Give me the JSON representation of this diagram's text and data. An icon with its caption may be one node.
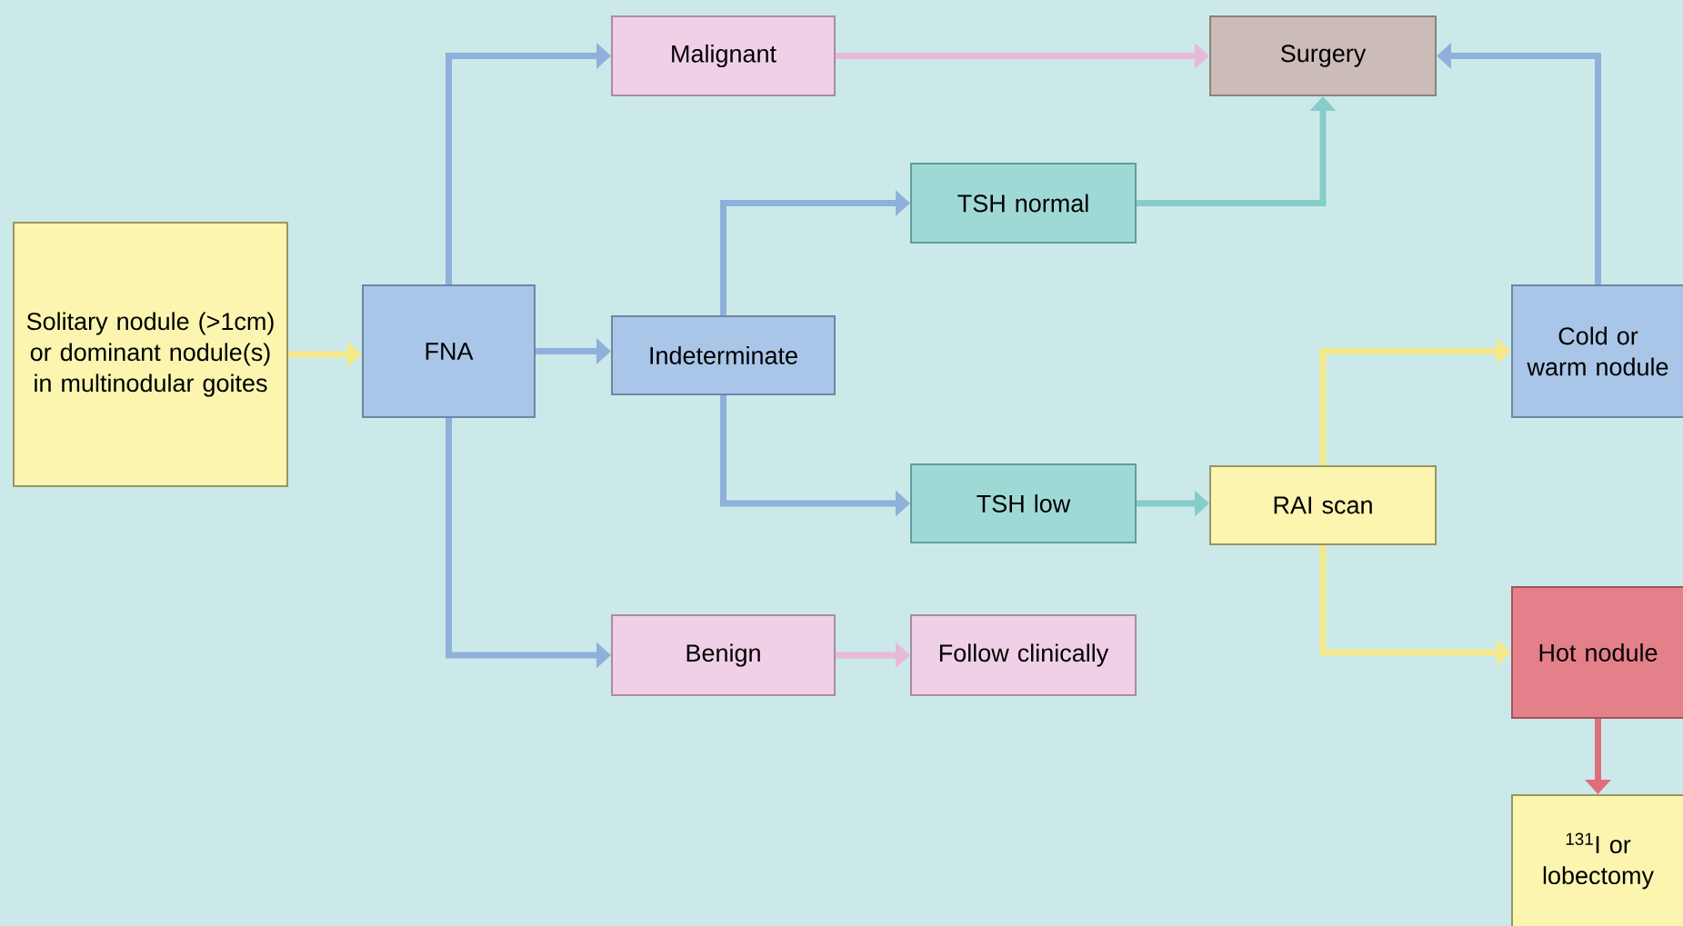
{
  "diagram": {
    "nodes": [
      {
        "text": [
          "Solitary nodule (>1cm) or dominant nodule(s) in multinodular goites"
        ]
      },
      {
        "text": [
          "FNA"
        ]
      },
      {
        "text": [
          "Malignant"
        ]
      },
      {
        "text": [
          "Surgery"
        ]
      },
      {
        "text": [
          "TSH normal"
        ]
      },
      {
        "text": [
          "Indeterminate"
        ]
      },
      {
        "text": [
          "Cold or warm nodule"
        ]
      },
      {
        "text": [
          "TSH low"
        ]
      },
      {
        "text": [
          "RAI scan"
        ]
      },
      {
        "text": [
          "Benign"
        ]
      },
      {
        "text": [
          "Follow clinically"
        ]
      },
      {
        "text": [
          "Hot nodule"
        ]
      },
      {
        "text": [
          "$^{131}$I or lobectomy"
        ]
      }
    ],
    "edges": [
      {
        "from": 0,
        "to": 1,
        "arrow": "to",
        "color": "#f3e98a"
      },
      {
        "from": 1,
        "to": 2,
        "arrow": "to"
      },
      {
        "from": 1,
        "to": 5,
        "arrow": "to"
      },
      {
        "from": 1,
        "to": 9,
        "arrow": "to"
      },
      {
        "from": 2,
        "to": 3,
        "arrow": "to",
        "color": "#e8b9d9"
      },
      {
        "from": 5,
        "to": 4,
        "arrow": "to"
      },
      {
        "from": 5,
        "to": 7,
        "arrow": "to"
      },
      {
        "from": 4,
        "to": 3,
        "arrow": "to",
        "color": "#86cdc9"
      },
      {
        "from": 7,
        "to": 8,
        "arrow": "to",
        "color": "#86cdc9"
      },
      {
        "from": 8,
        "to": 6,
        "arrow": "to",
        "color": "#f3e98a"
      },
      {
        "from": 8,
        "to": 11,
        "arrow": "to",
        "color": "#f3e98a"
      },
      {
        "from": 6,
        "to": 3,
        "arrow": "to"
      },
      {
        "from": 9,
        "to": 10,
        "arrow": "to",
        "color": "#e8b9d9"
      },
      {
        "from": 11,
        "to": 12,
        "arrow": "to",
        "color": "#de6f7a"
      }
    ]
  }
}
